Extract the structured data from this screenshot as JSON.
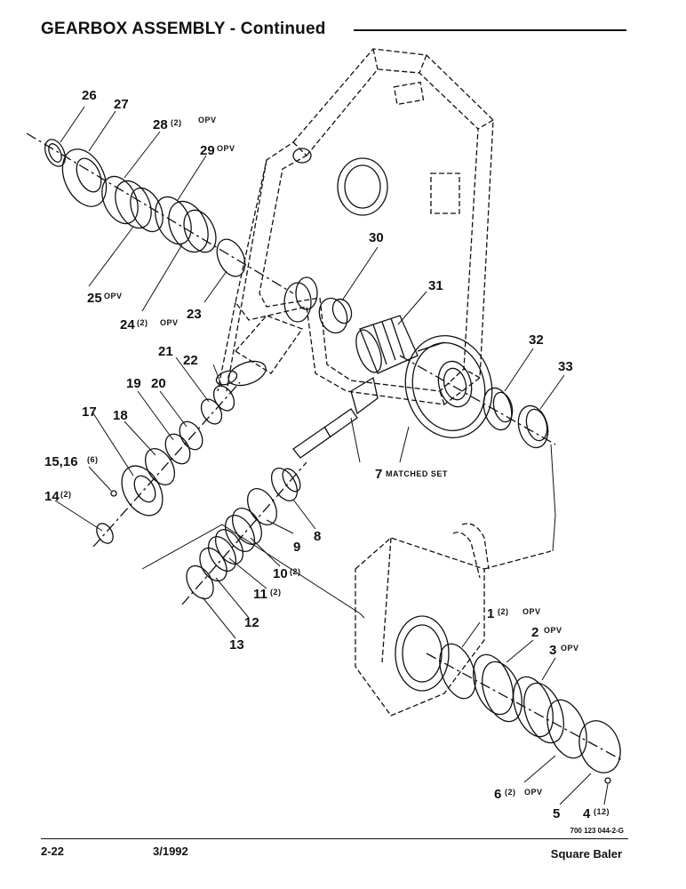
{
  "header": {
    "title": "GEARBOX ASSEMBLY - Continued"
  },
  "callouts": {
    "c1": "1",
    "c1q": "(2)",
    "c1o": "OPV",
    "c2": "2",
    "c2o": "OPV",
    "c3": "3",
    "c3o": "OPV",
    "c4": "4",
    "c4q": "(12)",
    "c5": "5",
    "c6": "6",
    "c6q": "(2)",
    "c6o": "OPV",
    "c7": "7",
    "c7s": "MATCHED SET",
    "c8": "8",
    "c9": "9",
    "c10": "10",
    "c10q": "(2)",
    "c11": "11",
    "c11q": "(2)",
    "c12": "12",
    "c13": "13",
    "c14": "14",
    "c14q": "(2)",
    "c15": "15,16",
    "c15q": "(6)",
    "c17": "17",
    "c18": "18",
    "c19": "19",
    "c20": "20",
    "c21": "21",
    "c22": "22",
    "c23": "23",
    "c24": "24",
    "c24q": "(2)",
    "c24o": "OPV",
    "c25": "25",
    "c25o": "OPV",
    "c26": "26",
    "c27": "27",
    "c28": "28",
    "c28q": "(2)",
    "c28o": "OPV",
    "c29": "29",
    "c29o": "OPV",
    "c30": "30",
    "c31": "31",
    "c32": "32",
    "c33": "33"
  },
  "footer": {
    "page": "2-22",
    "date": "3/1992",
    "product": "Square Baler",
    "part_number": "700 123 044-2-G"
  }
}
